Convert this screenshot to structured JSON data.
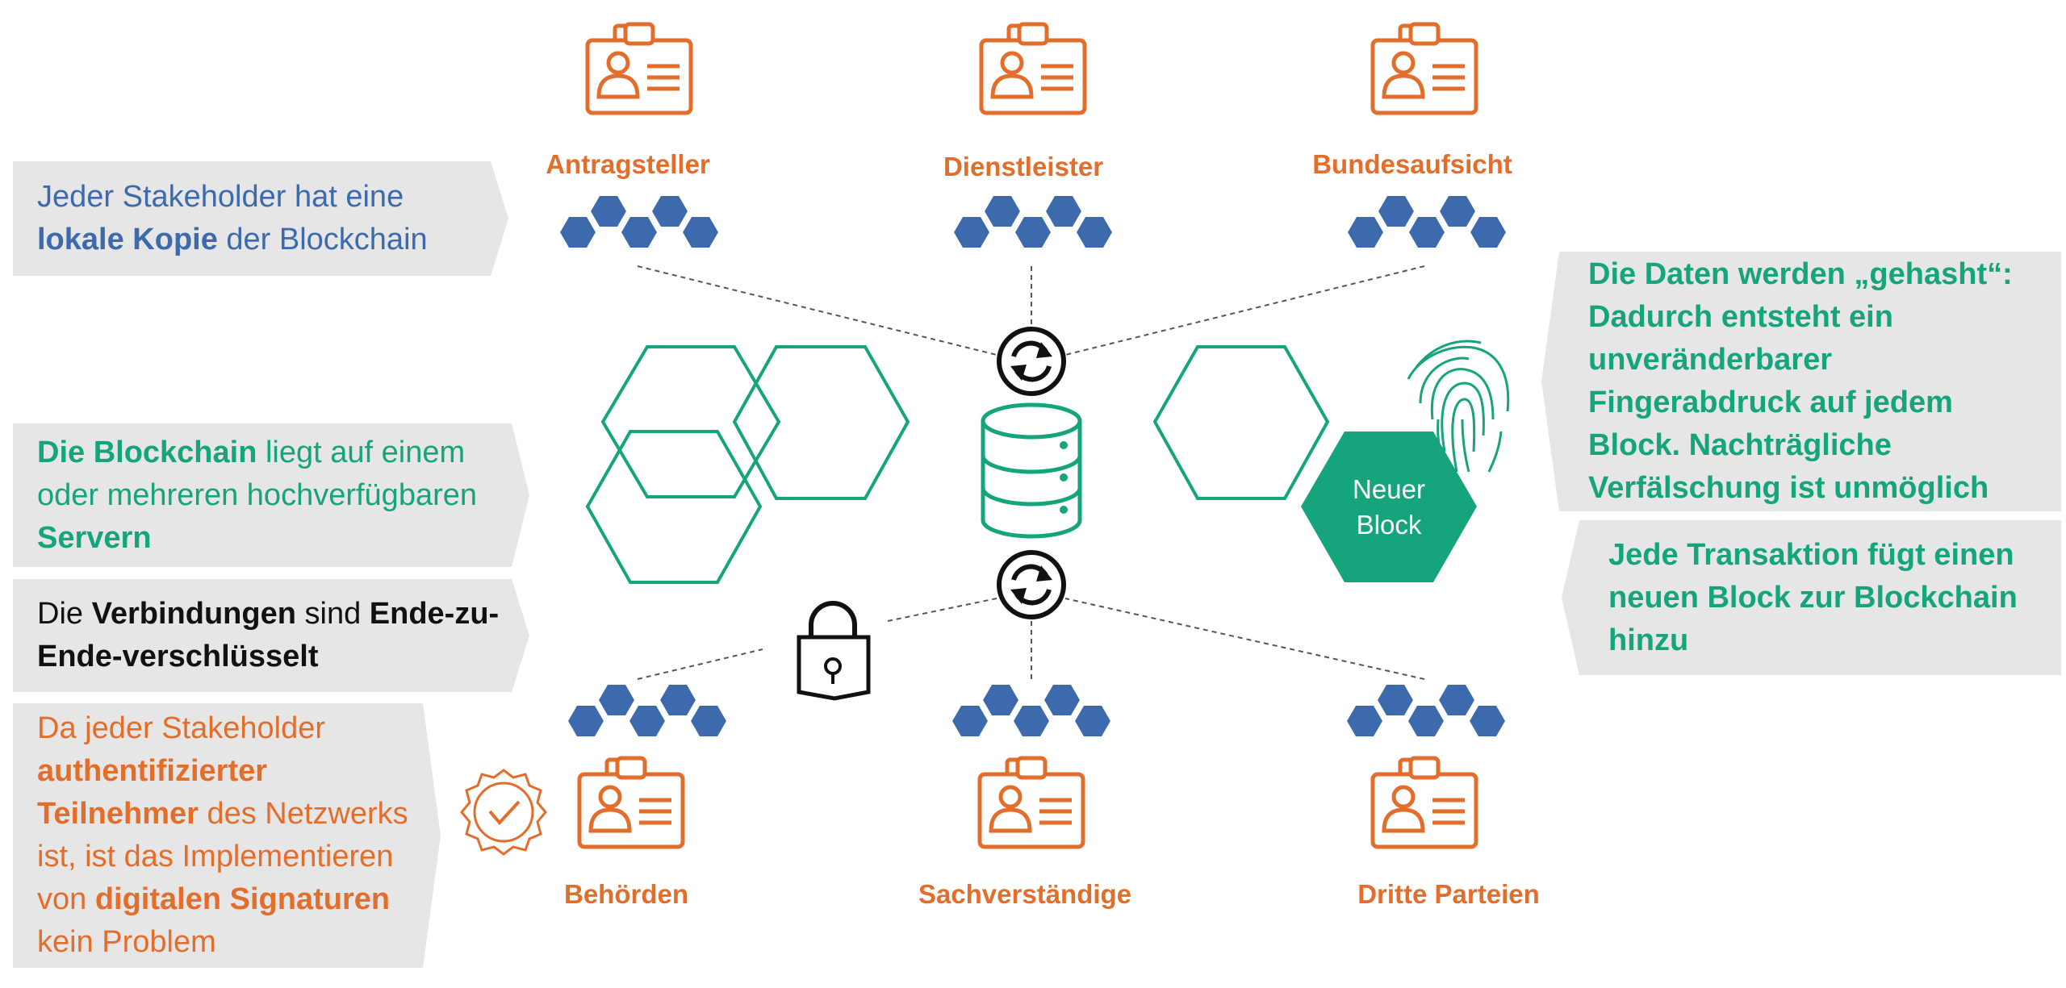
{
  "stakeholders": {
    "top": [
      "Antragsteller",
      "Dienstleister",
      "Bundesaufsicht"
    ],
    "bottom": [
      "Behörden",
      "Sachverständige",
      "Dritte Parteien"
    ]
  },
  "new_block": {
    "line1": "Neuer",
    "line2": "Block"
  },
  "callouts": {
    "local_copy": {
      "part1": "Jeder Stakeholder hat eine",
      "bold": "lokale Kopie",
      "part2": " der Blockchain"
    },
    "servers": {
      "bold1": "Die Blockchain",
      "part1": " liegt auf einem",
      "part2": "oder mehreren hochverfügbaren",
      "bold2": "Servern"
    },
    "encryption": {
      "part1": "Die ",
      "bold1": "Verbindungen",
      "part2": " sind ",
      "bold2": "Ende-zu-",
      "bold3": "Ende-verschlüsselt"
    },
    "signatures": {
      "part1": "Da jeder Stakeholder",
      "bold1": "authentifizierter",
      "bold2": "Teilnehmer",
      "part2": " des Netzwerks",
      "part3": "ist, ist das Implementieren",
      "part4": "von ",
      "bold3": "digitalen Signaturen",
      "part5": "kein Problem"
    },
    "hash": {
      "line1": "Die Daten werden „gehasht“:",
      "line2": "Dadurch entsteht ein",
      "line3": "unveränderbarer",
      "line4": "Fingerabdruck auf jedem",
      "line5": "Block. Nachträgliche",
      "line6": "Verfälschung ist unmöglich"
    },
    "transaction": {
      "line1": "Jede Transaktion fügt einen",
      "line2": "neuen Block zur Blockchain",
      "line3": "hinzu"
    }
  },
  "colors": {
    "orange": "#e36d2b",
    "blue": "#3c6aad",
    "green": "#15a47c",
    "callout_bg": "#e6e6e6"
  },
  "icons": [
    "id-badge-icon",
    "chain-hexagons-icon",
    "sync-icon",
    "database-icon",
    "lock-icon",
    "fingerprint-icon",
    "certificate-seal-icon"
  ]
}
